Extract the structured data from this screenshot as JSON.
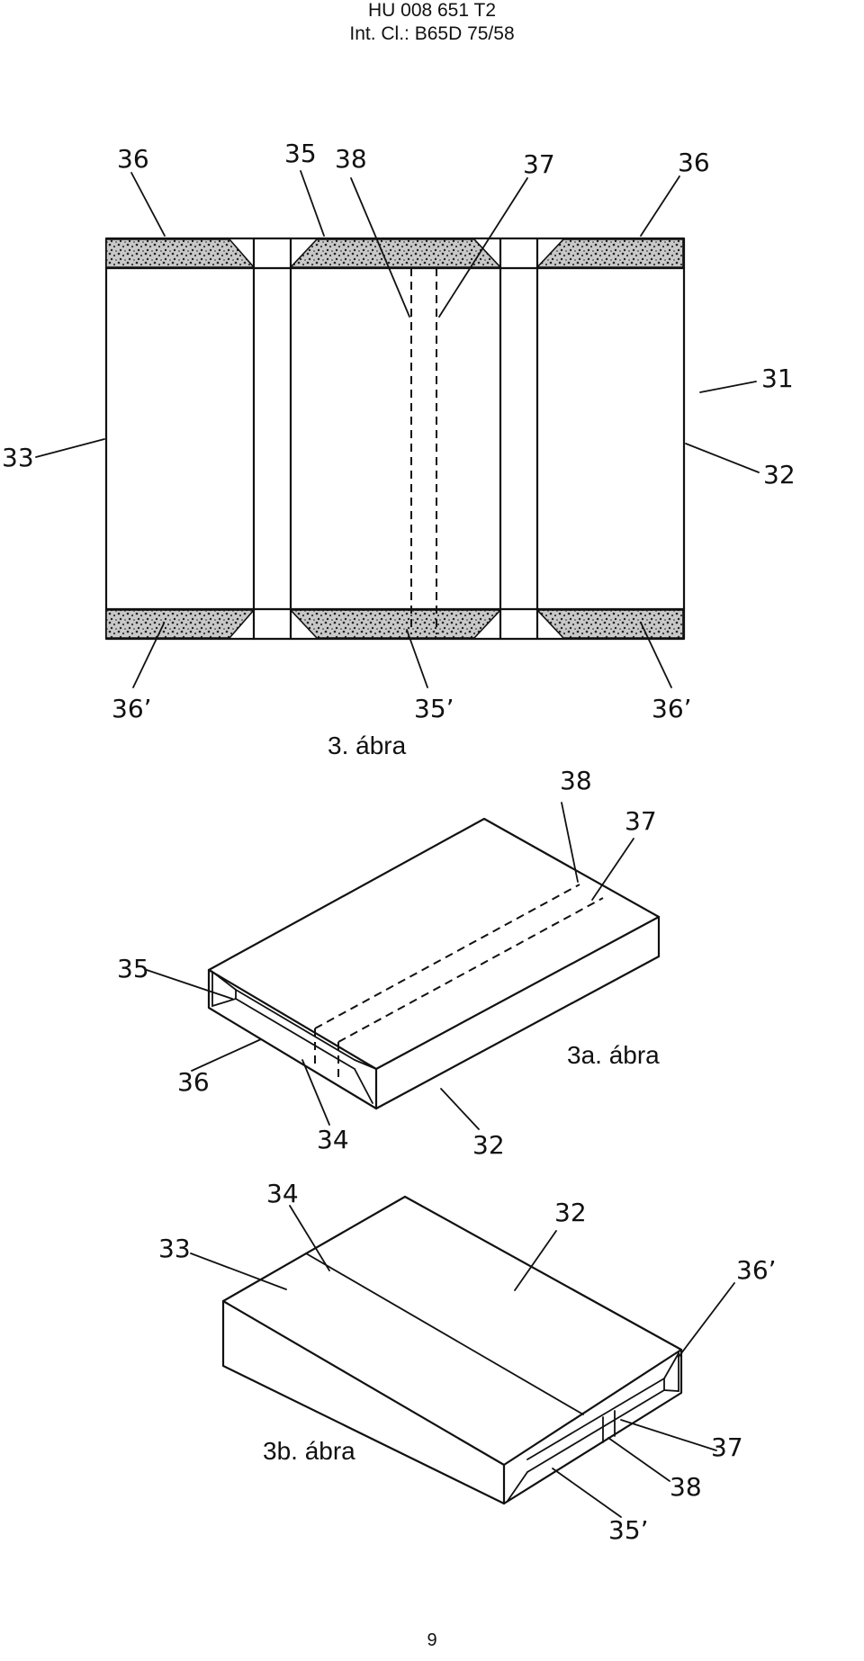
{
  "header": {
    "line1": "HU 008 651 T2",
    "line2": "Int. Cl.: B65D 75/58"
  },
  "figures": {
    "fig3": {
      "caption": "3. ábra",
      "refs": {
        "r36_left": "36",
        "r35": "35",
        "r38": "38",
        "r37": "37",
        "r36_right": "36",
        "r31": "31",
        "r33": "33",
        "r32": "32",
        "r36p_left": "36’",
        "r35p": "35’",
        "r36p_right": "36’"
      }
    },
    "fig3a": {
      "caption": "3a. ábra",
      "refs": {
        "r38": "38",
        "r37": "37",
        "r35": "35",
        "r36": "36",
        "r34": "34",
        "r32": "32"
      }
    },
    "fig3b": {
      "caption": "3b. ábra",
      "refs": {
        "r34": "34",
        "r32": "32",
        "r33": "33",
        "r36p": "36’",
        "r37": "37",
        "r38": "38",
        "r35p": "35’"
      }
    }
  },
  "footer": {
    "page_number": "9"
  }
}
